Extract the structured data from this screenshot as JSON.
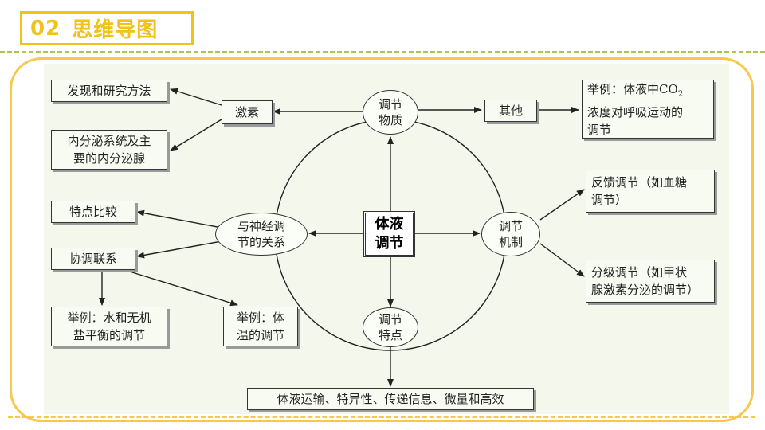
{
  "header": {
    "number": "02",
    "title": "思维导图"
  },
  "center": {
    "line1": "体液",
    "line2": "调节"
  },
  "nodes": {
    "substance": {
      "line1": "调节",
      "line2": "物质"
    },
    "mechanism": {
      "line1": "调节",
      "line2": "机制"
    },
    "features": {
      "line1": "调节",
      "line2": "特点"
    },
    "neural_relation": {
      "line1": "与神经调",
      "line2": "节的关系"
    }
  },
  "boxes": {
    "hormone": "激素",
    "discovery_methods": "发现和研究方法",
    "endocrine_line1": "内分泌系统及主",
    "endocrine_line2": "要的内分泌腺",
    "other": "其他",
    "co2_line1a": "举例：体液中CO",
    "co2_sub": "2",
    "co2_line2": "浓度对呼吸运动的",
    "co2_line3": "调节",
    "feedback_line1": "反馈调节（如血糖",
    "feedback_line2": "调节）",
    "graded_line1": "分级调节（如甲状",
    "graded_line2": "腺激素分泌的调节）",
    "compare": "特点比较",
    "coordinate": "协调联系",
    "water_salt_line1": "举例：水和无机",
    "water_salt_line2": "盐平衡的调节",
    "body_temp_line1": "举例：体",
    "body_temp_line2": "温的调节",
    "features_text": "体液运输、特异性、传递信息、微量和高效"
  },
  "colors": {
    "title": "#f0c21a",
    "frame": "#f7c84a",
    "rule": "#a9c94a"
  }
}
